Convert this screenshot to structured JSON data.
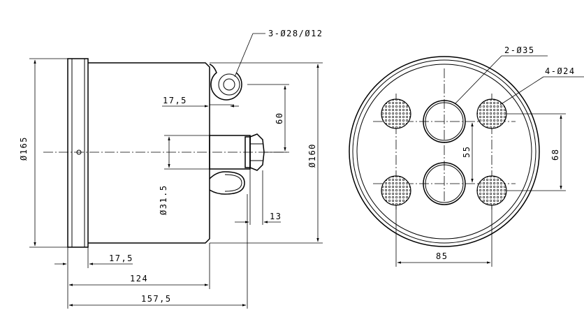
{
  "drawing": {
    "side_view": {
      "diameter_outer": "Ø165",
      "diameter_body": "Ø160",
      "diameter_fitting": "Ø31.5",
      "dim_holes": "3-Ø28/Ø12",
      "dim_17_5_top": "17,5",
      "dim_60": "60",
      "dim_13": "13",
      "dim_17_5_bottom": "17,5",
      "dim_124": "124",
      "dim_157_5": "157,5"
    },
    "end_view": {
      "dim_ports": "2-Ø35",
      "dim_mesh": "4-Ø24",
      "dim_55": "55",
      "dim_68": "68",
      "dim_85": "85"
    }
  }
}
